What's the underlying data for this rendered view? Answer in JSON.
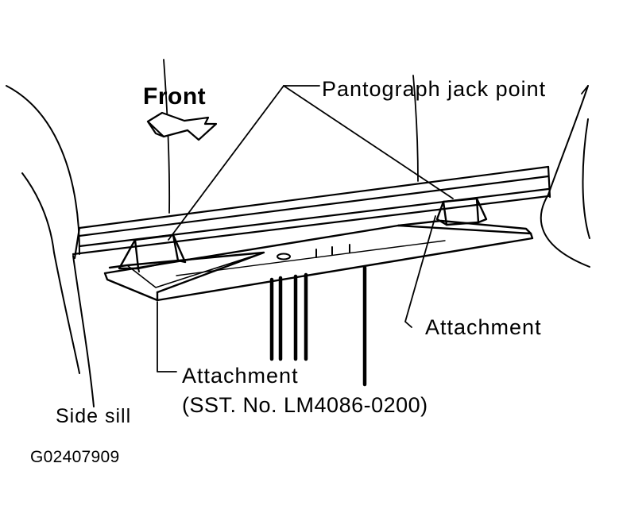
{
  "diagram": {
    "labels": {
      "front": "Front",
      "pantograph_jack_point": "Pantograph jack point",
      "attachment_right": "Attachment",
      "attachment_left": "Attachment",
      "sst_number": "(SST. No. LM4086-0200)",
      "side_sill": "Side sill"
    },
    "figure_id": "G02407909"
  }
}
